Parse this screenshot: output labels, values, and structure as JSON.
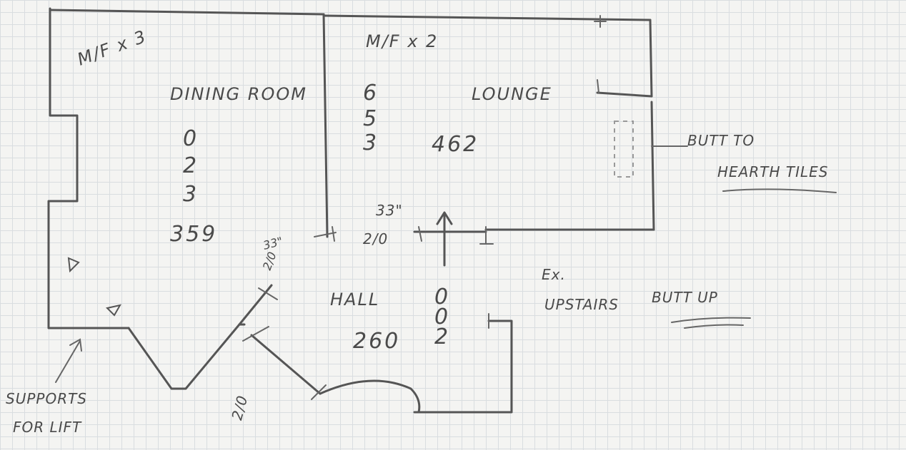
{
  "rooms": {
    "dining": {
      "name": "DINING ROOM",
      "mf": "M/F x 3",
      "area_vertical": [
        "0",
        "2",
        "3"
      ],
      "area": "359"
    },
    "lounge": {
      "name": "LOUNGE",
      "mf": "M/F x 2",
      "area_vertical": [
        "6",
        "5",
        "3"
      ],
      "area": "462"
    },
    "hall": {
      "name": "HALL",
      "area": "260",
      "area_vertical": [
        "0",
        "0",
        "2"
      ]
    }
  },
  "dimensions": {
    "d1": "33\"",
    "d2": "33\"",
    "d3": "2/0",
    "d4": "2/0",
    "d5": "2/0"
  },
  "notes": {
    "butt_hearth_line1": "BUTT TO",
    "butt_hearth_line2": "HEARTH TILES",
    "upstairs_line1": "Ex.",
    "upstairs_line2": "UPSTAIRS",
    "butt_up": "BUTT UP",
    "supports_line1": "SUPPORTS",
    "supports_line2": "FOR LIFT"
  },
  "colors": {
    "pencil": "#555555",
    "grid": "#d9dde0",
    "paper": "#f4f4f2"
  }
}
